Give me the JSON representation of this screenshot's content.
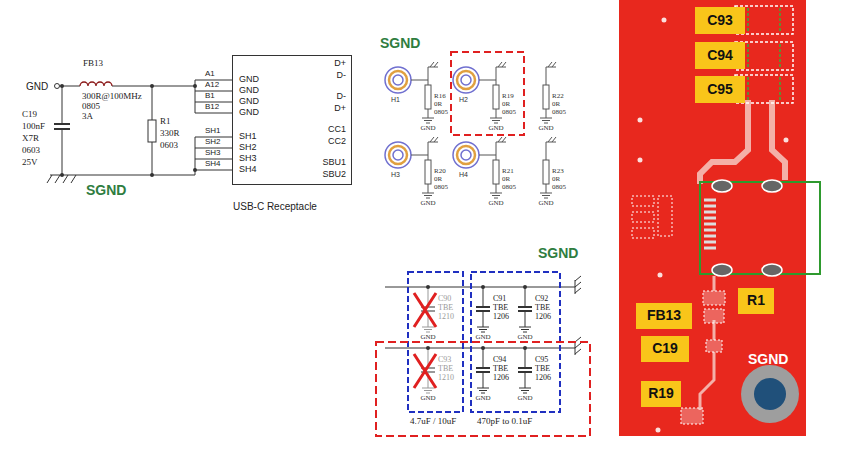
{
  "diagram": {
    "nodes": [
      {
        "text": [
          "GND",
          "GND",
          "GND",
          "GND",
          "SH1",
          "SH2",
          "SH3",
          "SH4",
          "D+",
          "D-",
          "D-",
          "D+",
          "CC1",
          "CC2",
          "SBU1",
          "SBU2",
          "USB-C Receptacle"
        ]
      },
      {
        "text": [
          "C93"
        ]
      },
      {
        "text": [
          "C94"
        ]
      },
      {
        "text": [
          "C95"
        ]
      },
      {
        "text": [
          "R1"
        ]
      },
      {
        "text": [
          "FB13"
        ]
      },
      {
        "text": [
          "C19"
        ]
      },
      {
        "text": [
          "R19"
        ]
      }
    ],
    "labels": [
      "GND",
      "FB13",
      "300R@100MHz",
      "0805",
      "3A",
      "C19",
      "100nF",
      "X7R",
      "0603",
      "25V",
      "R1",
      "330R",
      "0603",
      "SGND",
      "A1",
      "A12",
      "B1",
      "B12",
      "SH1",
      "SH2",
      "SH3",
      "SH4",
      "SGND",
      "H1",
      "R16",
      "0R",
      "0805",
      "GND",
      "H2",
      "R19",
      "0R",
      "0805",
      "GND",
      "R22",
      "0R",
      "0805",
      "GND",
      "H3",
      "R20",
      "0R",
      "0805",
      "GND",
      "H4",
      "R21",
      "0R",
      "0805",
      "GND",
      "R23",
      "0R",
      "0805",
      "GND",
      "SGND",
      "C90",
      "TBE",
      "1210",
      "C91",
      "TBE",
      "1206",
      "C92",
      "TBE",
      "1206",
      "C93",
      "TBE",
      "1210",
      "C94",
      "TBE",
      "1206",
      "C95",
      "TBE",
      "1206",
      "GND",
      "GND",
      "GND",
      "GND",
      "GND",
      "GND",
      "4.7uF / 10uF",
      "470pF to 0.1uF",
      "SGND"
    ]
  }
}
